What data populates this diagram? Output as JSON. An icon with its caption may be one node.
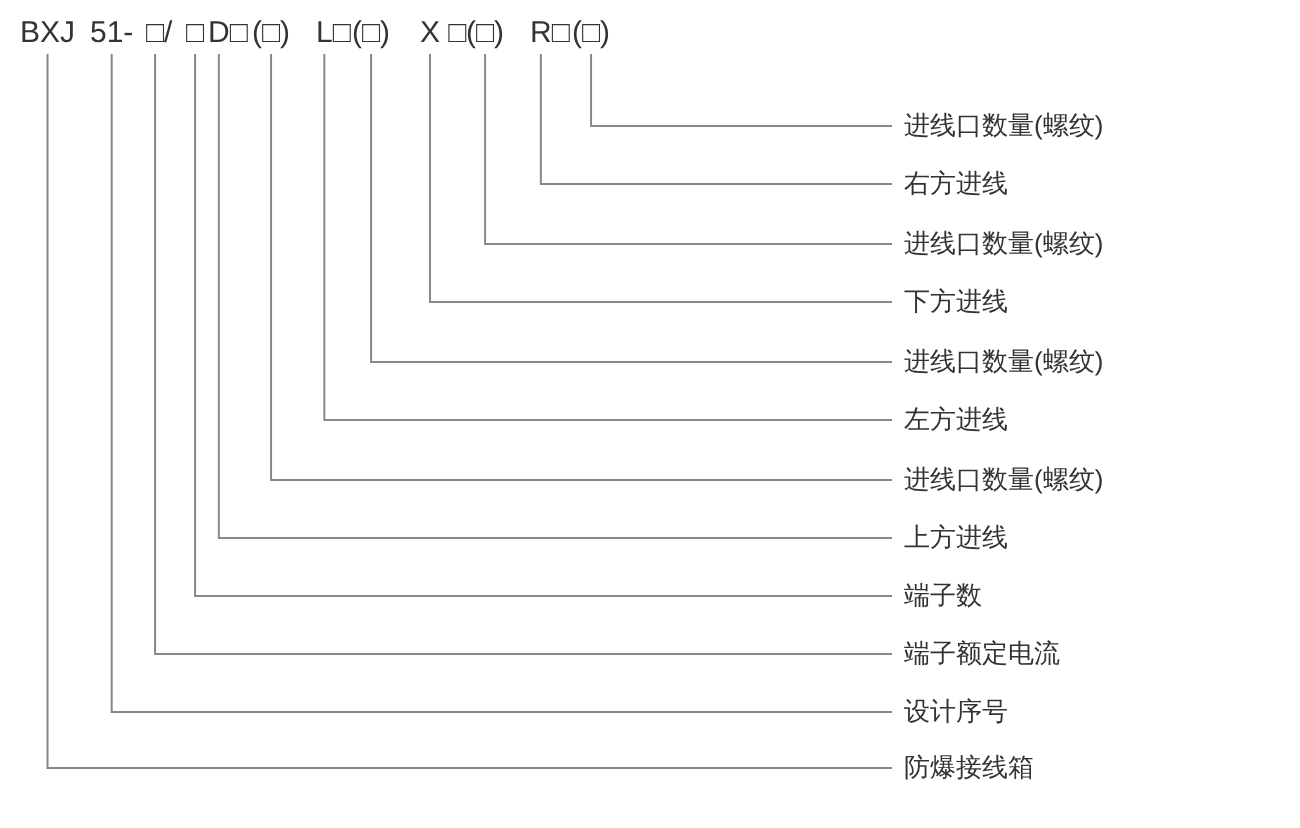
{
  "diagram": {
    "nodes": [
      {
        "text": [
          "BXJ"
        ]
      },
      {
        "text": [
          "51-"
        ]
      },
      {
        "text": [
          "□/"
        ]
      },
      {
        "text": [
          "□"
        ]
      },
      {
        "text": [
          "D□"
        ]
      },
      {
        "text": [
          "(□)"
        ]
      },
      {
        "text": [
          "L□"
        ]
      },
      {
        "text": [
          "(□)"
        ]
      },
      {
        "text": [
          "X □"
        ]
      },
      {
        "text": [
          "(□)"
        ]
      },
      {
        "text": [
          "R□"
        ]
      },
      {
        "text": [
          "(□)"
        ]
      },
      {
        "text": [
          "进线口数量(螺纹)"
        ]
      },
      {
        "text": [
          "右方进线"
        ]
      },
      {
        "text": [
          "进线口数量(螺纹)"
        ]
      },
      {
        "text": [
          "下方进线"
        ]
      },
      {
        "text": [
          "进线口数量(螺纹)"
        ]
      },
      {
        "text": [
          "左方进线"
        ]
      },
      {
        "text": [
          "进线口数量(螺纹)"
        ]
      },
      {
        "text": [
          "上方进线"
        ]
      },
      {
        "text": [
          "端子数"
        ]
      },
      {
        "text": [
          "端子额定电流"
        ]
      },
      {
        "text": [
          "设计序号"
        ]
      },
      {
        "text": [
          "防爆接线箱"
        ]
      }
    ],
    "edges": [
      {
        "from": 12,
        "to": 11,
        "arrow": "none"
      },
      {
        "from": 13,
        "to": 10,
        "arrow": "none"
      },
      {
        "from": 14,
        "to": 9,
        "arrow": "none"
      },
      {
        "from": 15,
        "to": 8,
        "arrow": "none"
      },
      {
        "from": 16,
        "to": 7,
        "arrow": "none"
      },
      {
        "from": 17,
        "to": 6,
        "arrow": "none"
      },
      {
        "from": 18,
        "to": 5,
        "arrow": "none"
      },
      {
        "from": 19,
        "to": 4,
        "arrow": "none"
      },
      {
        "from": 20,
        "to": 3,
        "arrow": "none"
      },
      {
        "from": 21,
        "to": 2,
        "arrow": "none"
      },
      {
        "from": 22,
        "to": 1,
        "arrow": "none"
      },
      {
        "from": 23,
        "to": 0,
        "arrow": "none"
      }
    ]
  }
}
